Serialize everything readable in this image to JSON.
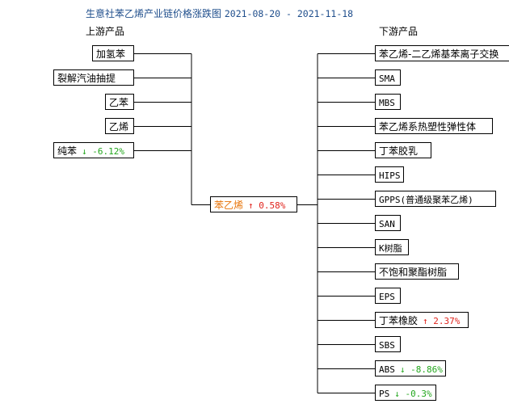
{
  "title": {
    "name": "生意社苯乙烯产业链价格涨跌图",
    "dates": "2021-08-20 - 2021-11-18"
  },
  "upstream_header": "上游产品",
  "downstream_header": "下游产品",
  "center": {
    "name": "苯乙烯",
    "arrow": "↑",
    "change": "0.58%"
  },
  "upstream": [
    {
      "name": "加氢苯"
    },
    {
      "name": "裂解汽油抽提"
    },
    {
      "name": "乙苯"
    },
    {
      "name": "乙烯"
    },
    {
      "name": "纯苯",
      "arrow": "↓",
      "change": "-6.12%"
    }
  ],
  "downstream": [
    {
      "name": "苯乙烯-二乙烯基苯离子交换"
    },
    {
      "name": "SMA"
    },
    {
      "name": "MBS"
    },
    {
      "name": "苯乙烯系热塑性弹性体"
    },
    {
      "name": "丁苯胶乳"
    },
    {
      "name": "HIPS"
    },
    {
      "name": "GPPS(普通级聚苯乙烯)"
    },
    {
      "name": "SAN"
    },
    {
      "name": "K树脂"
    },
    {
      "name": "不饱和聚酯树脂"
    },
    {
      "name": "EPS"
    },
    {
      "name": "丁苯橡胶",
      "arrow": "↑",
      "change": "2.37%"
    },
    {
      "name": "SBS"
    },
    {
      "name": "ABS",
      "arrow": "↓",
      "change": "-8.86%"
    },
    {
      "name": "PS",
      "arrow": "↓",
      "change": "-0.3%"
    }
  ]
}
